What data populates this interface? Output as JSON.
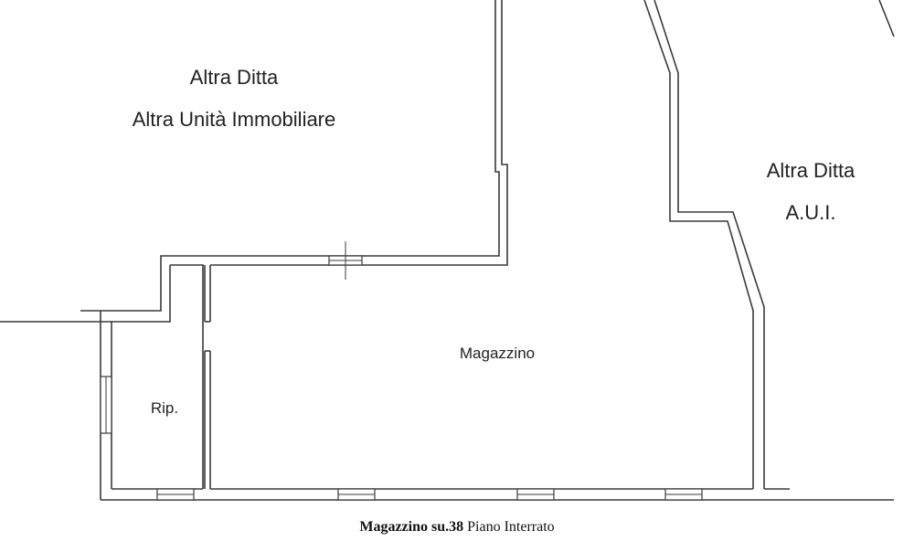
{
  "rooms": {
    "upper_left_line1": "Altra Ditta",
    "upper_left_line2": "Altra Unità Immobiliare",
    "right_line1": "Altra Ditta",
    "right_line2": "A.U.I.",
    "main_room": "Magazzino",
    "small_room": "Rip."
  },
  "caption": {
    "bold": "Magazzino su.38",
    "normal": " Piano Interrato"
  }
}
